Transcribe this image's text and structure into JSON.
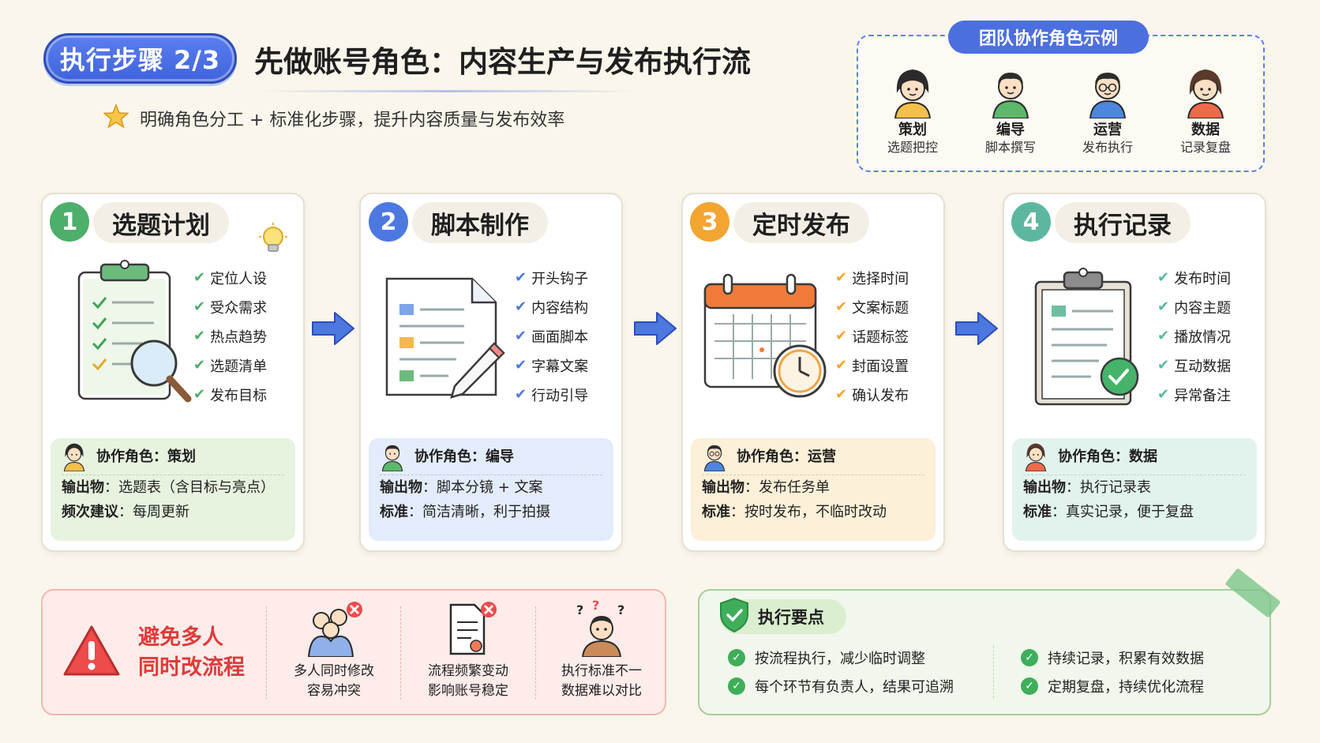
{
  "header": {
    "step_badge": "执行步骤 2/3",
    "title": "先做账号角色：内容生产与发布执行流",
    "subtitle": "明确角色分工 + 标准化步骤，提升内容质量与发布效率"
  },
  "team": {
    "title": "团队协作角色示例",
    "members": [
      {
        "name": "策划",
        "desc": "选题把控"
      },
      {
        "name": "编导",
        "desc": "脚本撰写"
      },
      {
        "name": "运营",
        "desc": "发布执行"
      },
      {
        "name": "数据",
        "desc": "记录复盘"
      }
    ]
  },
  "steps": [
    {
      "num": "1",
      "title": "选题计划",
      "color": "#4caf6a",
      "panel_bg": "#e7f3df",
      "checks": [
        "定位人设",
        "受众需求",
        "热点趋势",
        "选题清单",
        "发布目标"
      ],
      "role": "协作角色：策划",
      "line1_label": "输出物",
      "line1_text": "：选题表（含目标与亮点）",
      "line2_label": "频次建议",
      "line2_text": "：每周更新"
    },
    {
      "num": "2",
      "title": "脚本制作",
      "color": "#4c78e0",
      "panel_bg": "#e3ecfb",
      "checks": [
        "开头钩子",
        "内容结构",
        "画面脚本",
        "字幕文案",
        "行动引导"
      ],
      "role": "协作角色：编导",
      "line1_label": "输出物",
      "line1_text": "：脚本分镜 + 文案",
      "line2_label": "标准",
      "line2_text": "：简洁清晰，利于拍摄"
    },
    {
      "num": "3",
      "title": "定时发布",
      "color": "#f3a531",
      "panel_bg": "#fdf0d8",
      "checks": [
        "选择时间",
        "文案标题",
        "话题标签",
        "封面设置",
        "确认发布"
      ],
      "role": "协作角色：运营",
      "line1_label": "输出物",
      "line1_text": "：发布任务单",
      "line2_label": "标准",
      "line2_text": "：按时发布，不临时改动"
    },
    {
      "num": "4",
      "title": "执行记录",
      "color": "#5db7a0",
      "panel_bg": "#e2f3ee",
      "checks": [
        "发布时间",
        "内容主题",
        "播放情况",
        "互动数据",
        "异常备注"
      ],
      "role": "协作角色：数据",
      "line1_label": "输出物",
      "line1_text": "：执行记录表",
      "line2_label": "标准",
      "line2_text": "：真实记录，便于复盘"
    }
  ],
  "warning": {
    "title_line1": "避免多人",
    "title_line2": "同时改流程",
    "items": [
      {
        "line1": "多人同时修改",
        "line2": "容易冲突"
      },
      {
        "line1": "流程频繁变动",
        "line2": "影响账号稳定"
      },
      {
        "line1": "执行标准不一",
        "line2": "数据难以对比"
      }
    ]
  },
  "exec": {
    "title": "执行要点",
    "left": [
      "按流程执行，减少临时调整",
      "每个环节有负责人，结果可追溯"
    ],
    "right": [
      "持续记录，积累有效数据",
      "定期复盘，持续优化流程"
    ]
  }
}
